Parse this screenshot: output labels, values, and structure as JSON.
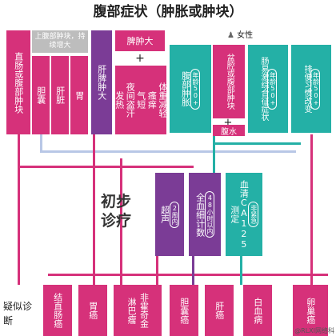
{
  "title": "腹部症状（肿胀或肿块）",
  "gender_female": "女性",
  "top": {
    "rectal": "直肠或腹部肿块",
    "upper_abd": "上腹部肿块，持续增大",
    "gallbladder": "胆囊",
    "liver": "肝脏",
    "stomach": "胃",
    "hepatomegaly": "肝脾肿大",
    "splenomegaly": "脾肿大",
    "fever_cols": [
      "发热",
      "夜间盗汗",
      "气短",
      "瘙痒",
      "体重减轻"
    ],
    "plus": "+",
    "abd_distension": "腹部肿胀",
    "pelvic_mass": "盆腔或腹部肿块",
    "ibs": "肠易激综合征症状",
    "bowel_change": "排便习惯改变",
    "age_pill_1": "年龄50+",
    "age_pill_2": "年龄50+",
    "age_pill_3": "年龄50+",
    "ascites": "腹水"
  },
  "middle": {
    "preliminary": "初步诊疗",
    "ultrasound": "超声",
    "two_weeks": "2周内",
    "cbc": "全血细计数",
    "within_48h": "48小时以内",
    "measure": "测定",
    "ca125": "血清CA125",
    "non_urgent": "非紧急"
  },
  "bottom": {
    "label": "疑似诊断",
    "diagnoses": [
      "结直肠癌",
      "胃癌",
      "淋巴瘤",
      "非霍奇金",
      "胆囊癌",
      "肝癌",
      "白血病",
      "卵巢癌"
    ]
  },
  "watermark": "@RLXI网络科"
}
